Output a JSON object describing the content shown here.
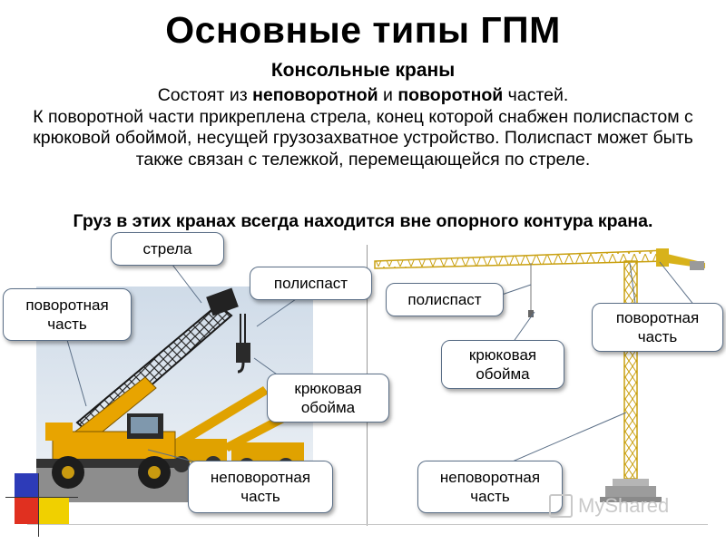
{
  "slide": {
    "title": "Основные типы ГПМ",
    "subtitle": "Консольные краны",
    "body": {
      "line1_pre": "Состоят из ",
      "line1_b1": "неповоротной",
      "line1_mid": " и ",
      "line1_b2": "поворотной",
      "line1_post": " частей.",
      "rest": "К поворотной части прикреплена стрела, конец которой снабжен полиспастом с крюковой обоймой, несущей грузозахватное устройство. Полиспаст может быть также связан с тележкой, перемещающейся по стреле."
    },
    "bold_line": "Груз в этих кранах всегда находится вне опорного контура крана."
  },
  "left_labels": {
    "boom": "стрела",
    "pulley": "полиспаст",
    "rotating": "поворотная часть",
    "hook": "крюковая обойма",
    "fixed": "неповоротная часть"
  },
  "right_labels": {
    "pulley": "полиспаст",
    "hook": "крюковая обойма",
    "rotating": "поворотная часть",
    "fixed": "неповоротная часть"
  },
  "watermark": "MyShared",
  "colors": {
    "crane_yellow": "#e8a400",
    "tower_yellow": "#d8b21a",
    "callout_border": "#5b6f87",
    "deco_blue": "#2d3bb8",
    "deco_red": "#e03020",
    "deco_yellow": "#f0d000"
  }
}
